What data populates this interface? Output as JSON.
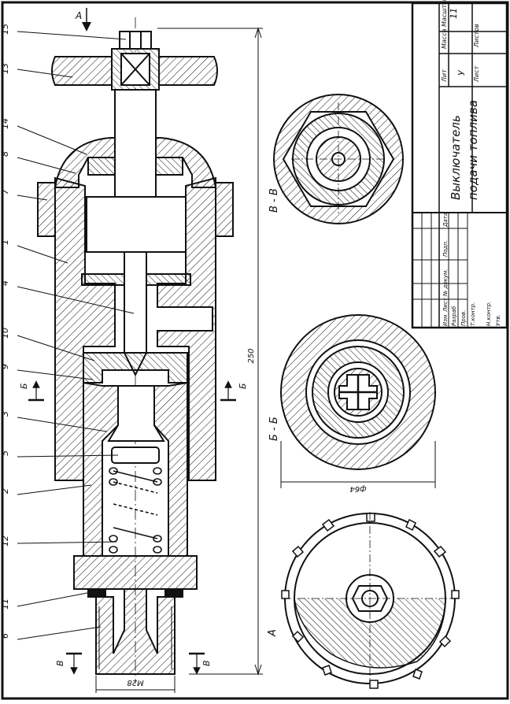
{
  "drawing": {
    "title_line1": "Выключатель",
    "title_line2": "подачи топлива",
    "sheet_code": "11",
    "litera": "У",
    "stamp_headers": {
      "lit": "Лит",
      "mass": "Масса",
      "scale": "Масштаб",
      "sheet": "Лист",
      "sheets": "Листов"
    },
    "stamp_rows": [
      "Изм",
      "Лист",
      "№ докум.",
      "Подп.",
      "Дата"
    ],
    "stamp_roles": [
      "Разраб",
      "Пров.",
      "Т.контр.",
      "Н.контр.",
      "Утв."
    ]
  },
  "callouts": [
    "15",
    "13",
    "14",
    "8",
    "7",
    "1",
    "4",
    "10",
    "9",
    "3",
    "5",
    "2",
    "12",
    "11",
    "6"
  ],
  "views": {
    "view_a_arrow": "А",
    "view_a_label": "А",
    "section_bb_cut": "Б",
    "section_bb_label": "Б - Б",
    "section_vv_cut": "В",
    "section_vv_label": "В - В"
  },
  "dimensions": {
    "overall_height": "250",
    "bottom_thread": "M28",
    "flange_diameter": "ф64"
  },
  "colors": {
    "line": "#111111",
    "paper": "#ffffff"
  }
}
